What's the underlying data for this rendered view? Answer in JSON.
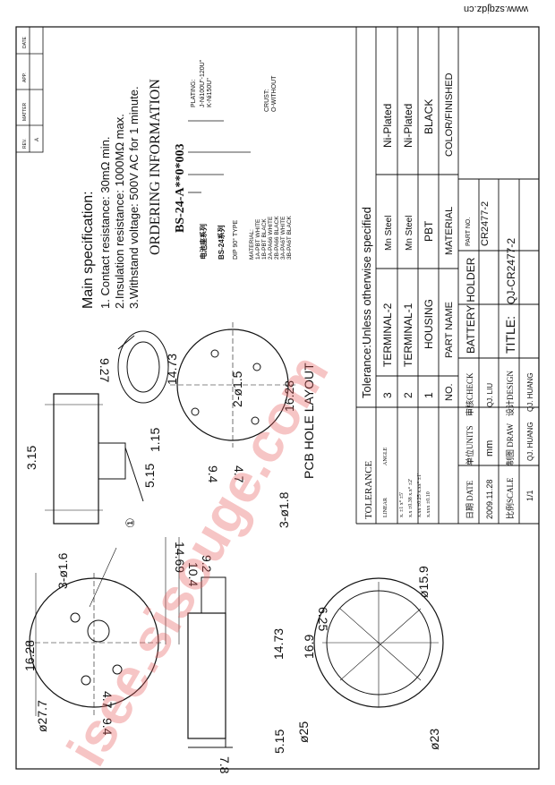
{
  "url": "www.szqjdz.cn",
  "spec": {
    "title": "Main specification:",
    "lines": [
      "1. Contact resistance:  30mΩ min.",
      "2.Insulation resistance:  1000MΩ max.",
      "3.Withstand voltage:  500V AC for 1 minute."
    ]
  },
  "ordering": {
    "title": "ORDERING INFORMATION",
    "code": "BS-24-A**0*003",
    "plating": "PLATING:",
    "plating_j": "J-Ni100U\"-120U\"",
    "plating_k": "K-Ni150U\"",
    "crust": "CRUST:",
    "crust_o": "O-WITHOUT",
    "series_cn": "电池座系列",
    "series_bs": "BS-24系列",
    "dip": "DIP 90° TYPE",
    "material": "MATERIAL:",
    "materials": [
      "1A-PBT WHITE",
      "1B-PBT BLACK",
      "2A-PA66 WHITE",
      "2B-PA66 BLACK",
      "3A-PA6T WHITE",
      "3B-PA6T BLACK"
    ]
  },
  "revision": {
    "rev": "REV.",
    "matter": "MATTER",
    "app": "APP.",
    "date": "DATE",
    "rev_value": "A"
  },
  "dimensions": {
    "d27_7": "ø27.7",
    "d16_28": "16.28",
    "three_d1_6": "3-ø1.6",
    "d9_4": "9.4",
    "d4_7": "4.7",
    "d7_8": "7.8",
    "d5_15": "5.15",
    "d14_73": "14.73",
    "d9_2": "9.2",
    "d10_4": "10.4",
    "d14_69": "14.69",
    "d6_25": "6.25",
    "d15_9": "ø15.9",
    "d16_9": "16.9",
    "d25": "ø25",
    "d23": "ø23",
    "s3_15": "3.15",
    "s1_15": "1.15",
    "s5_15": "5.15",
    "s9_27": "9.27",
    "circ1": "①",
    "p14_73": "14.73",
    "p2_d1_5": "2-ø1.5",
    "p9_4": "9.4",
    "p4_7": "4.7",
    "p16_28": "16.28",
    "p3_d1_8": "3-ø1.8",
    "pcb_label": "PCB HOLE LAYOUT"
  },
  "tolerance": {
    "title": "TOLERANCE",
    "linear": "LINEAR",
    "angle": "ANGLE",
    "rows": [
      "x.  ±1       x°  ±5'",
      "x.x  ±0.38   x.x°  ±2'",
      "x.xx  ±0.25  x.xx°  ±1'",
      "x.xxx  ±0.10"
    ],
    "note": "Tolerance:Unless otherwise specified"
  },
  "parts_table": {
    "headers": [
      "NO.",
      "PART NAME",
      "MATERIAL",
      "COLOR/FINISHED"
    ],
    "rows": [
      [
        "3",
        "TERMINAL-2",
        "Mn Steel",
        "Ni-Plated"
      ],
      [
        "2",
        "TERMINAL-1",
        "Mn Steel",
        "Ni-Plated"
      ],
      [
        "1",
        "HOUSING",
        "PBT",
        "BLACK"
      ]
    ]
  },
  "title_block": {
    "date_label": "日期 DATE",
    "units_label": "单位UNITS",
    "check_label": "审核CHECK",
    "date_value": "2009.11.28",
    "units_value": "mm",
    "check_value": "QJ. LIU",
    "scale_label": "比例SCALE",
    "draw_label": "制图 DRAW",
    "design_label": "设计DESIGN",
    "scale_value": "1/1",
    "draw_value": "QJ. HUANG",
    "design_value": "QJ. HUANG",
    "part_desc": "BATTERY HOLDER",
    "title_label": "TITLE:",
    "title_value": "QJ-CR2477-2",
    "part_no_label": "PART NO.",
    "part_no_value": "CR2477-2"
  },
  "watermark": "isee.sisouge.com"
}
